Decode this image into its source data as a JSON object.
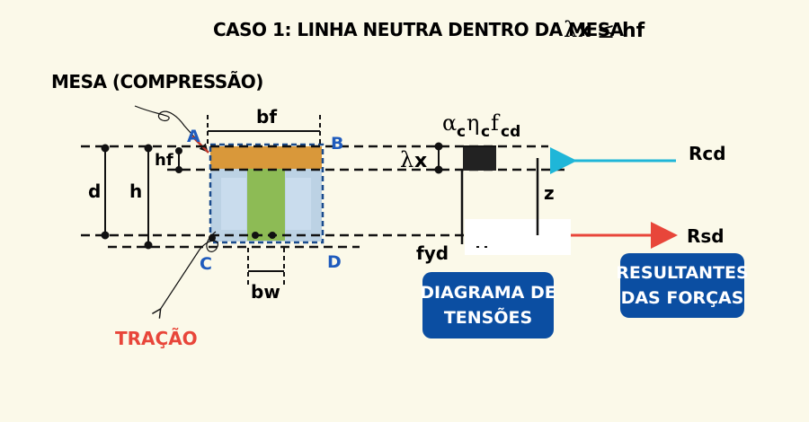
{
  "title": {
    "text": "CASO 1: LINHA NEUTRA DENTRO DA MESA",
    "formula_lambda": "λ",
    "formula_x": "x",
    "formula_leq": "≤",
    "formula_hf": "hf"
  },
  "labels": {
    "mesa": "MESA (COMPRESSÃO)",
    "tracao": "TRAÇÃO",
    "bf": "bf",
    "bw": "bw",
    "hf": "hf",
    "d": "d",
    "h": "h",
    "point_a": "A",
    "point_b": "B",
    "point_c": "C",
    "point_d": "D",
    "lambda": "λ",
    "x": "x",
    "alpha": "α",
    "c1": "c",
    "eta": "η",
    "c2": "c",
    "f": "f",
    "cd": "cd",
    "fyd": "fyd",
    "z": "z",
    "rcd": "Rcd",
    "rsd": "Rsd"
  },
  "badges": {
    "diagrama_line1": "DIAGRAMA DE",
    "diagrama_line2": "TENSÕES",
    "resultantes_line1": "RESULTANTES",
    "resultantes_line2": "DAS FORÇAS"
  },
  "colors": {
    "background": "#fbf9e9",
    "flange": "#d9983a",
    "web": "#8dbb55",
    "section_fill": "#bcd2e4",
    "outline_dash": "#1a4b8c",
    "badge": "#0b4ea2",
    "point_label": "#1f5bbd",
    "tracao": "#e8463a",
    "rcd_arrow": "#1fb6d8",
    "rsd_arrow": "#e8463a",
    "ink": "#111111"
  }
}
